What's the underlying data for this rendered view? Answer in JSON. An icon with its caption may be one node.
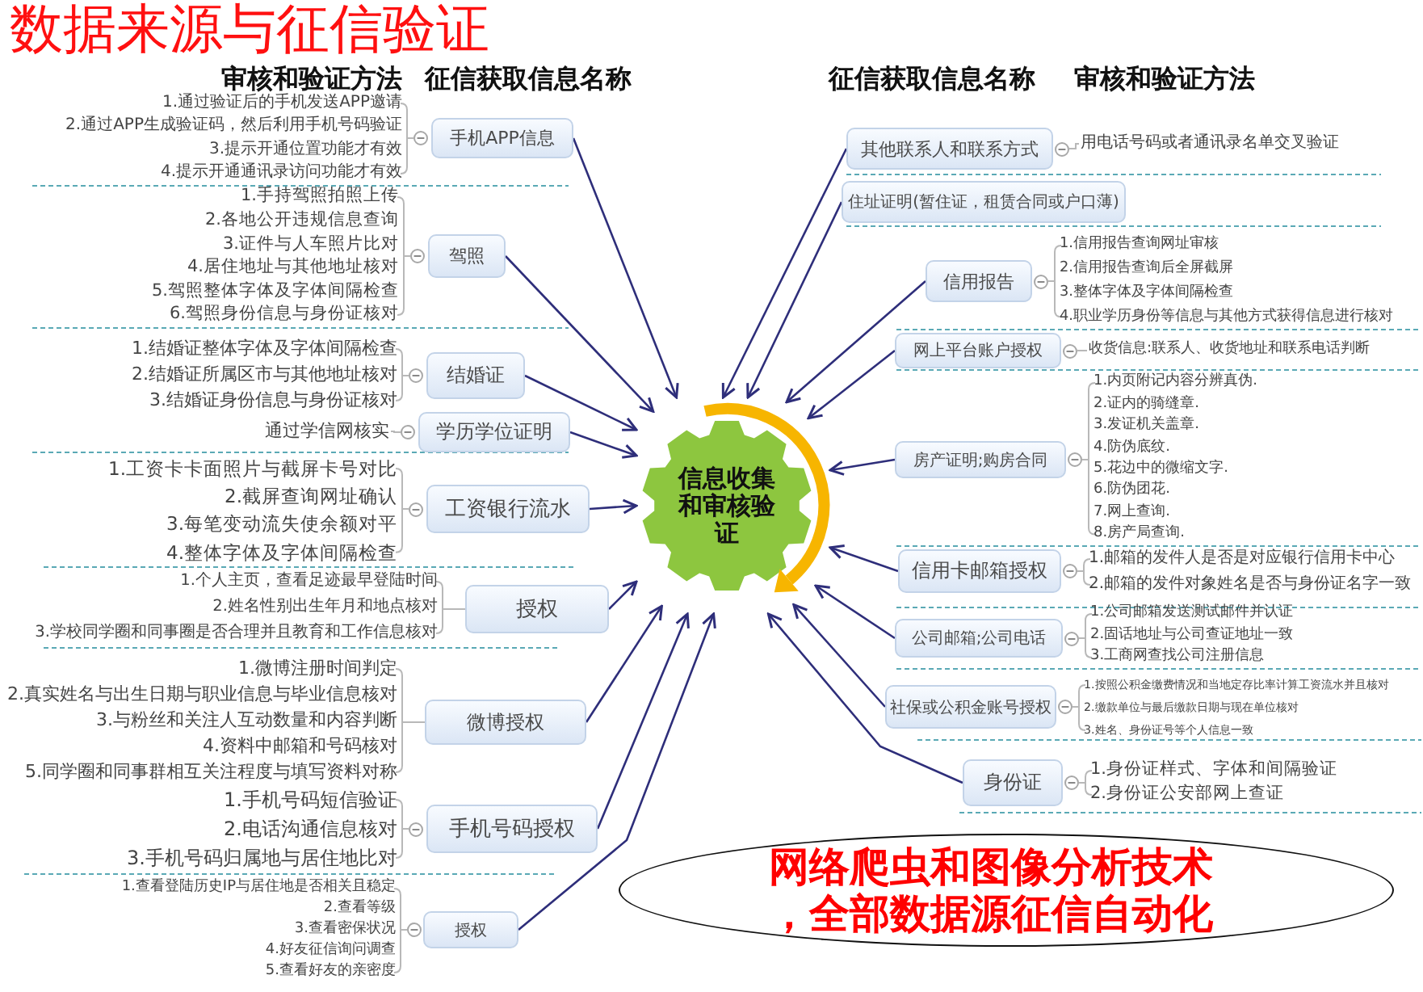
{
  "diagram": {
    "title": "数据来源与征信验证",
    "nodes": [
      {
        "text": [
          "手机APP信息"
        ],
        "beside": [
          "1.通过验证后的手机发送APP邀请",
          "2.通过APP生成验证码，然后利用手机号码验证",
          "3.提示开通位置功能才有效",
          "4.提示开通通讯录访问功能才有效"
        ]
      },
      {
        "text": [
          "驾照"
        ],
        "beside": [
          "1.手持驾照拍照上传",
          "2.各地公开违规信息查询",
          "3.证件与人车照片比对",
          "4.居住地址与其他地址核对",
          "5.驾照整体字体及字体间隔检查",
          "6.驾照身份信息与身份证核对"
        ]
      },
      {
        "text": [
          "结婚证"
        ],
        "beside": [
          "1.结婚证整体字体及字体间隔检查",
          "2.结婚证所属区市与其他地址核对",
          "3.结婚证身份信息与身份证核对"
        ]
      },
      {
        "text": [
          "学历学位证明"
        ],
        "beside": [
          "通过学信网核实"
        ]
      },
      {
        "text": [
          "工资银行流水"
        ],
        "beside": [
          "1.工资卡卡面照片与截屏卡号对比",
          "2.截屏查询网址确认",
          "3.每笔变动流失使余额对平",
          "4.整体字体及字体间隔检查"
        ]
      },
      {
        "text": [
          "授权"
        ],
        "beside": [
          "1.个人主页，查看足迹最早登陆时间",
          "2.姓名性别出生年月和地点核对",
          "3.学校同学圈和同事圈是否合理并且教育和工作信息核对"
        ]
      },
      {
        "text": [
          "微博授权"
        ],
        "beside": [
          "1.微博注册时间判定",
          "2.真实姓名与出生日期与职业信息与毕业信息核对",
          "3.与粉丝和关注人互动数量和内容判断",
          "4.资料中邮箱和号码核对",
          "5.同学圈和同事群相互关注程度与填写资料对称"
        ]
      },
      {
        "text": [
          "手机号码授权"
        ],
        "beside": [
          "1.手机号码短信验证",
          "2.电话沟通信息核对",
          "3.手机号码归属地与居住地比对"
        ]
      },
      {
        "text": [
          "授权"
        ],
        "beside": [
          "1.查看登陆历史IP与居住地是否相关且稳定",
          "2.查看等级",
          "3.查看密保状况",
          "4.好友征信询问调查",
          "5.查看好友的亲密度"
        ]
      },
      {
        "text": [
          "信息收集和审核验证"
        ]
      },
      {
        "text": [
          "其他联系人和联系方式"
        ],
        "beside": [
          "用电话号码或者通讯录名单交叉验证"
        ]
      },
      {
        "text": [
          "住址证明(暂住证，租赁合同或户口薄)"
        ]
      },
      {
        "text": [
          "信用报告"
        ],
        "beside": [
          "1.信用报告查询网址审核",
          "2.信用报告查询后全屏截屏",
          "3.整体字体及字体间隔检查",
          "4.职业学历身份等信息与其他方式获得信息进行核对"
        ]
      },
      {
        "text": [
          "网上平台账户授权"
        ],
        "beside": [
          "收货信息:联系人、收货地址和联系电话判断"
        ]
      },
      {
        "text": [
          "房产证明;购房合同"
        ],
        "beside": [
          "1.内页附记内容分辨真伪.",
          "2.证内的骑缝章.",
          "3.发证机关盖章.",
          "4.防伪底纹.",
          "5.花边中的微缩文字.",
          "6.防伪团花.",
          "7.网上查询.",
          "8.房产局查询."
        ]
      },
      {
        "text": [
          "信用卡邮箱授权"
        ],
        "beside": [
          "1.邮箱的发件人是否是对应银行信用卡中心",
          "2.邮箱的发件对象姓名是否与身份证名字一致"
        ]
      },
      {
        "text": [
          "公司邮箱;公司电话"
        ],
        "beside": [
          "1.公司邮箱发送测试邮件并认证",
          "2.固话地址与公司查证地址一致",
          "3.工商网查找公司注册信息"
        ]
      },
      {
        "text": [
          "社保或公积金账号授权"
        ],
        "beside": [
          "1.按照公积金缴费情况和当地定存比率计算工资流水并且核对",
          "2.缴款单位与最后缴款日期与现在单位核对",
          "3.姓名、身份证号等个人信息一致"
        ]
      },
      {
        "text": [
          "身份证"
        ],
        "beside": [
          "1.身份证样式、字体和间隔验证",
          "2.身份证公安部网上查证"
        ]
      },
      {
        "text": [
          "网络爬虫和图像分析技术，全部数据源征信自动化"
        ]
      }
    ],
    "edges": [
      {
        "from": 0,
        "to": 9,
        "arrow": "to"
      },
      {
        "from": 1,
        "to": 9,
        "arrow": "to"
      },
      {
        "from": 2,
        "to": 9,
        "arrow": "to"
      },
      {
        "from": 3,
        "to": 9,
        "arrow": "to"
      },
      {
        "from": 4,
        "to": 9,
        "arrow": "to"
      },
      {
        "from": 5,
        "to": 9,
        "arrow": "to"
      },
      {
        "from": 6,
        "to": 9,
        "arrow": "to"
      },
      {
        "from": 7,
        "to": 9,
        "arrow": "to"
      },
      {
        "from": 8,
        "to": 9,
        "arrow": "to"
      },
      {
        "from": 10,
        "to": 9,
        "arrow": "to"
      },
      {
        "from": 11,
        "to": 9,
        "arrow": "to"
      },
      {
        "from": 12,
        "to": 9,
        "arrow": "to"
      },
      {
        "from": 13,
        "to": 9,
        "arrow": "to"
      },
      {
        "from": 14,
        "to": 9,
        "arrow": "to"
      },
      {
        "from": 15,
        "to": 9,
        "arrow": "to"
      },
      {
        "from": 16,
        "to": 9,
        "arrow": "to"
      },
      {
        "from": 17,
        "to": 9,
        "arrow": "to"
      },
      {
        "from": 18,
        "to": 9,
        "arrow": "to"
      }
    ],
    "labels": [
      "审核和验证方法",
      "征信获取信息名称",
      "征信获取信息名称",
      "审核和验证方法"
    ]
  }
}
